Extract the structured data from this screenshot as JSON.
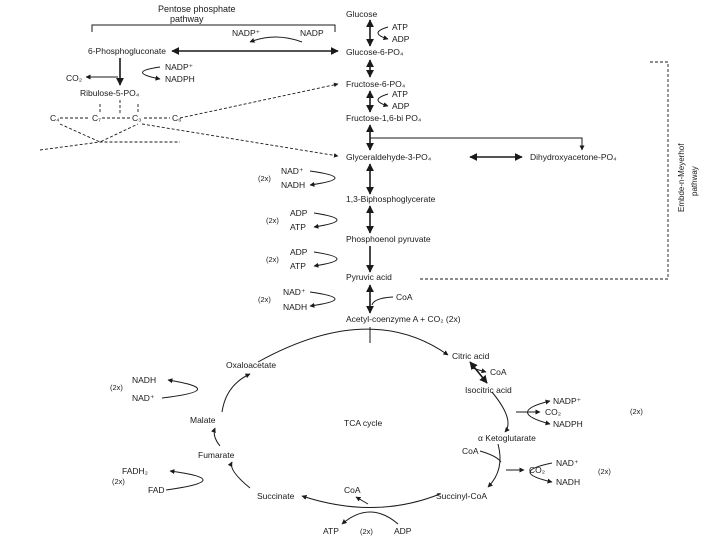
{
  "pentose_pathway": {
    "title_line1": "Pentose phosphate",
    "title_line2": "pathway",
    "nadp_plus": "NADP⁺",
    "nadp": "NADP",
    "phosphogluconate": "6-Phosphogluconate",
    "nadp_plus_2": "NADP⁺",
    "co2": "CO₂",
    "nadph": "NADPH",
    "ribulose": "Ribulose-5-PO₄",
    "c4": "C₄",
    "c7": "C₇",
    "c3": "C₃",
    "c6": "C₆"
  },
  "glycolysis": {
    "glucose": "Glucose",
    "atp_1": "ATP",
    "adp_1": "ADP",
    "glucose6p": "Glucose-6-PO₄",
    "fructose6p": "Fructose-6-PO₄",
    "atp_2": "ATP",
    "adp_2": "ADP",
    "fructose16": "Fructose-1,6-bi PO₄",
    "g3p": "Glyceraldehyde-3-PO₄",
    "dhap": "Dihydroxyacetone-PO₄",
    "nad_plus_1": "NAD⁺",
    "nadh_1": "NADH",
    "twox_1": "(2x)",
    "bpg": "1,3-Biphosphoglycerate",
    "adp_3": "ADP",
    "atp_3": "ATP",
    "twox_2": "(2x)",
    "pep": "Phosphoenol pyruvate",
    "adp_4": "ADP",
    "atp_4": "ATP",
    "twox_3": "(2x)",
    "pyruvic": "Pyruvic acid",
    "side_label_1": "Embde-n-Meyerhof",
    "side_label_2": "pathway"
  },
  "link": {
    "nad_plus": "NAD⁺",
    "nadh": "NADH",
    "twox": "(2x)",
    "coa": "CoA",
    "acetyl": "Acetyl-coenzyme A + CO₂ (2x)"
  },
  "tca": {
    "center": "TCA cycle",
    "citric": "Citric acid",
    "coa_1": "CoA",
    "isocitric": "Isocitric acid",
    "nadp_plus": "NADP⁺",
    "co2_1": "CO₂",
    "nadph": "NADPH",
    "twox_1": "(2x)",
    "akg": "α Ketoglutarate",
    "coa_2": "CoA",
    "nad_plus_1": "NAD⁺",
    "co2_2": "CO₂",
    "nadh_1": "NADH",
    "twox_2": "(2x)",
    "succinyl": "Succinyl-CoA",
    "coa_3": "CoA",
    "succinate": "Succinate",
    "atp": "ATP",
    "twox_3": "(2x)",
    "adp": "ADP",
    "fadh2": "FADH₂",
    "twox_4": "(2x)",
    "fad": "FAD",
    "fumarate": "Fumarate",
    "malate": "Malate",
    "nadh_2": "NADH",
    "twox_5": "(2x)",
    "nad_plus_2": "NAD⁺",
    "oxaloacetate": "Oxaloacetate"
  }
}
